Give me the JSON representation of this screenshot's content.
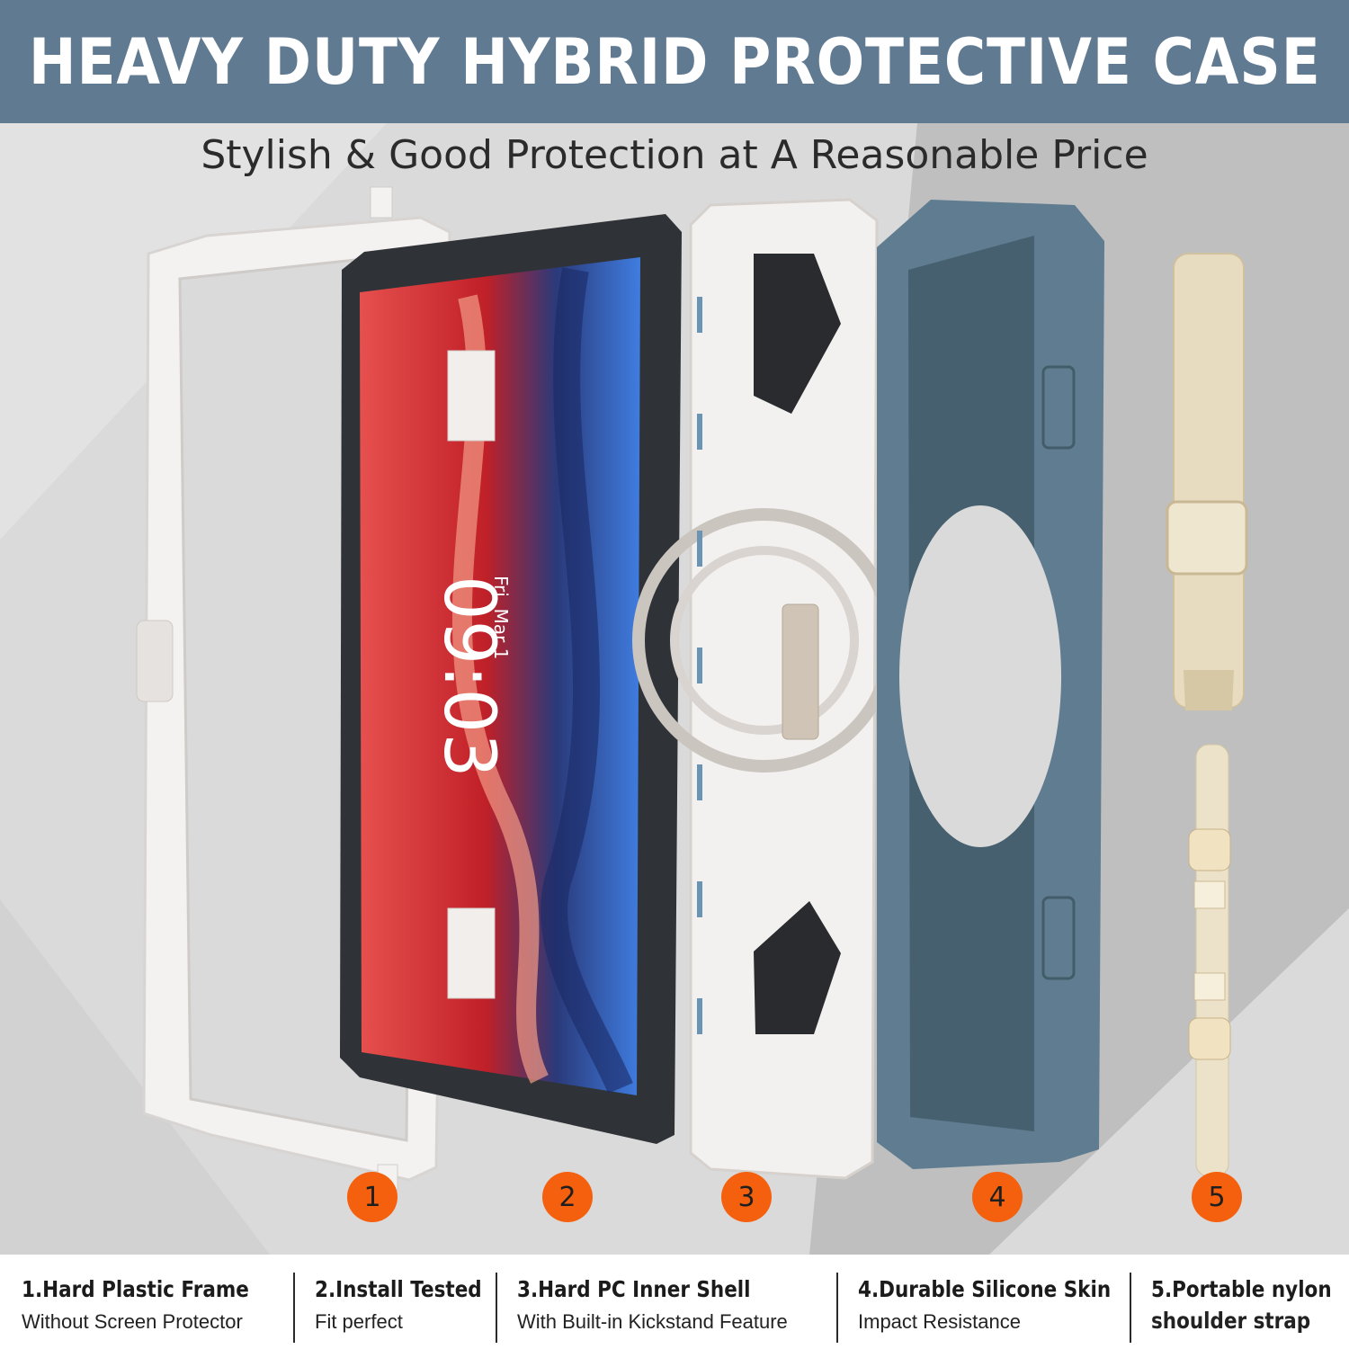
{
  "banner": {
    "title": "HEAVY DUTY HYBRID PROTECTIVE CASE"
  },
  "subtitle": "Stylish & Good Protection at A Reasonable Price",
  "tablet_screen": {
    "time": "09:03",
    "date": "Fri, Mar 1"
  },
  "badges": [
    "1",
    "2",
    "3",
    "4",
    "5"
  ],
  "features": [
    {
      "title": "1.Hard Plastic Frame",
      "desc": "Without Screen Protector"
    },
    {
      "title": "2.Install Tested",
      "desc": "Fit perfect"
    },
    {
      "title": "3.Hard PC Inner Shell",
      "desc": "With Built-in Kickstand Feature"
    },
    {
      "title": "4.Durable Silicone Skin",
      "desc": "Impact Resistance"
    },
    {
      "title": "5.Portable nylon",
      "desc": "shoulder strap"
    }
  ],
  "colors": {
    "banner": "#607a92",
    "badge": "#f4600e",
    "silicone": "#5f7c90",
    "strap": "#e8dcc0"
  }
}
